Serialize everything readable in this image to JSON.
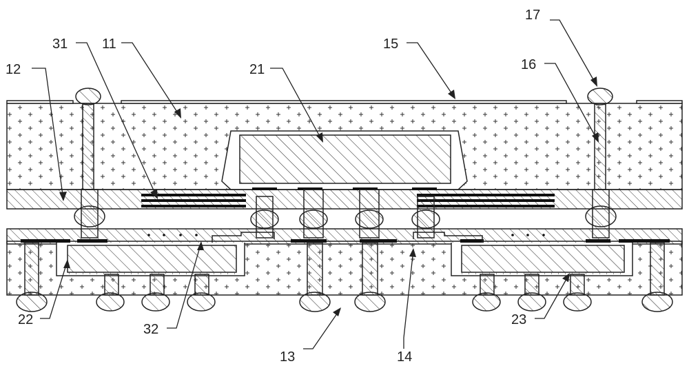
{
  "labels": {
    "l11": "11",
    "l12": "12",
    "l13": "13",
    "l14": "14",
    "l15": "15",
    "l16": "16",
    "l17": "17",
    "l21": "21",
    "l22": "22",
    "l23": "23",
    "l31": "31",
    "l32": "32"
  },
  "colors": {
    "line": "#222222",
    "dark_layer": "#111111",
    "background": "#ffffff"
  }
}
